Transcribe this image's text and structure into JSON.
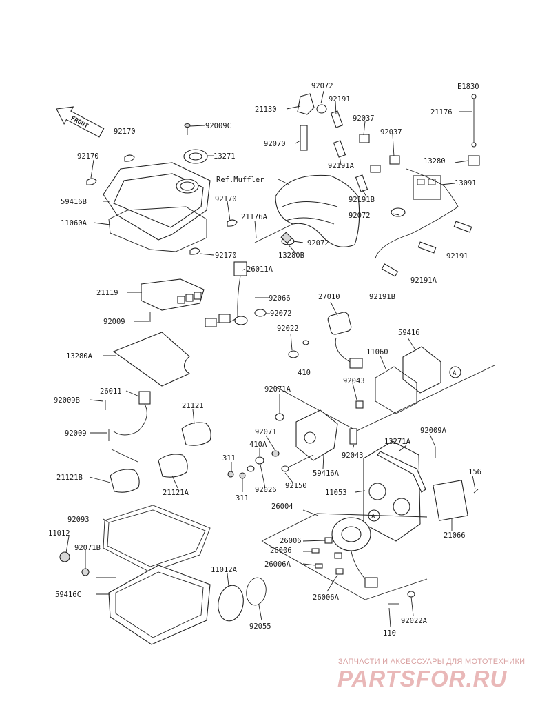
{
  "diagram_code": "E1830",
  "direction_label": "FRONT",
  "ref_note": "Ref.Muffler",
  "watermark": {
    "line1": "ЗАПЧАСТИ И АКСЕССУАРЫ ДЛЯ МОТОТЕХНИКИ",
    "line2": "PARTSFOR.RU"
  },
  "callout_letter": "A",
  "labels": [
    "92072",
    "92191",
    "21130",
    "92037",
    "92070",
    "92037",
    "92191A",
    "13280",
    "13091",
    "92191B",
    "92072",
    "92191",
    "92191A",
    "92191B",
    "21176A",
    "92072",
    "13280B",
    "92170",
    "92009C",
    "92170",
    "13271",
    "59416B",
    "11060A",
    "92170",
    "92170",
    "21119",
    "92009",
    "26011A",
    "92066",
    "92072",
    "13280A",
    "27010",
    "92022",
    "410",
    "59416",
    "11060",
    "92043",
    "92071A",
    "26011",
    "92009B",
    "21121",
    "92009",
    "21121B",
    "21121A",
    "92071",
    "410A",
    "311",
    "311",
    "92026",
    "92150",
    "59416A",
    "92043",
    "13271A",
    "92009A",
    "11053",
    "156",
    "21066",
    "26004",
    "26006",
    "26006",
    "26006A",
    "26006A",
    "92093",
    "11012",
    "92071B",
    "59416C",
    "11012A",
    "92055",
    "110",
    "92022A",
    "21176"
  ]
}
